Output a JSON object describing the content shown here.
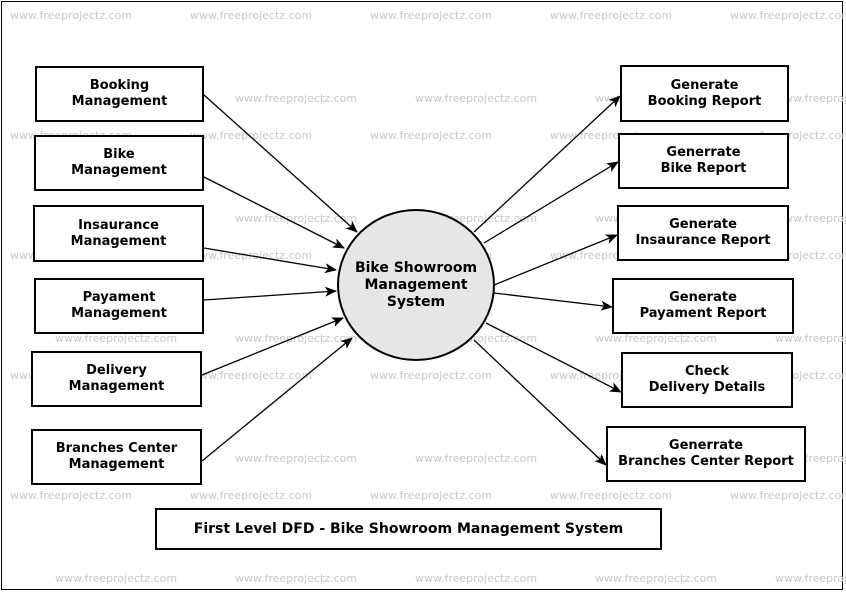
{
  "center_process": {
    "lines": [
      "Bike Showroom",
      "Management",
      "System"
    ]
  },
  "inputs": [
    {
      "lines": [
        "Booking",
        "Management"
      ]
    },
    {
      "lines": [
        "Bike",
        "Management"
      ]
    },
    {
      "lines": [
        "Insaurance",
        "Management"
      ]
    },
    {
      "lines": [
        "Payament",
        "Management"
      ]
    },
    {
      "lines": [
        "Delivery",
        "Management"
      ]
    },
    {
      "lines": [
        "Branches Center",
        "Management"
      ]
    }
  ],
  "outputs": [
    {
      "lines": [
        "Generate",
        "Booking Report"
      ]
    },
    {
      "lines": [
        "Generrate",
        "Bike Report"
      ]
    },
    {
      "lines": [
        "Generate",
        "Insaurance Report"
      ]
    },
    {
      "lines": [
        "Generate",
        "Payament Report"
      ]
    },
    {
      "lines": [
        "Check",
        "Delivery Details"
      ]
    },
    {
      "lines": [
        "Generrate",
        "Branches Center Report"
      ]
    }
  ],
  "caption": "First Level DFD - Bike Showroom Management System",
  "watermark": "www.freeprojectz.com"
}
